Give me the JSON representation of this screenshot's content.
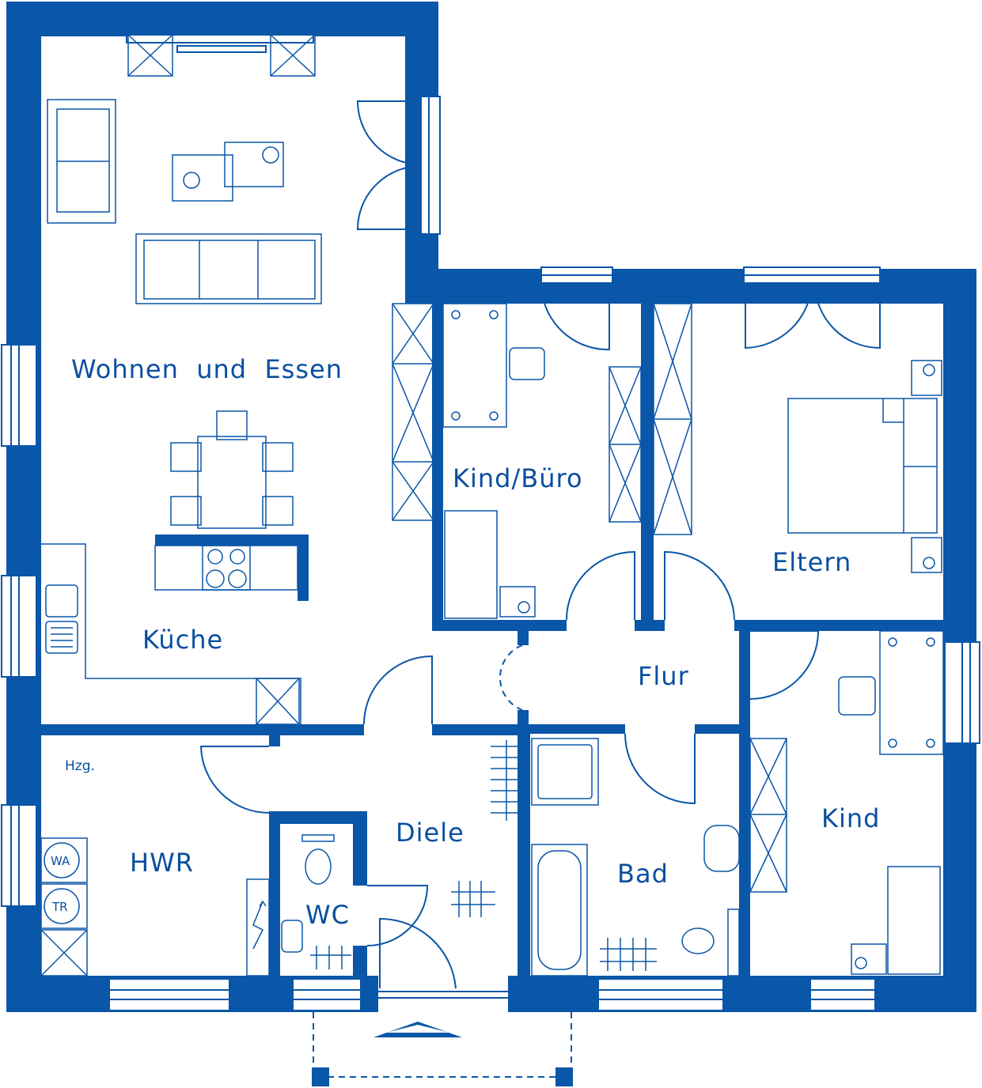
{
  "colors": {
    "wall": "#0a56a8",
    "text": "#0a4fa0",
    "background": "#ffffff"
  },
  "rooms": {
    "wohnen": "Wohnen  und  Essen",
    "kueche": "Küche",
    "kind_buero": "Kind/Büro",
    "eltern": "Eltern",
    "flur": "Flur",
    "kind": "Kind",
    "hwr": "HWR",
    "diele": "Diele",
    "wc": "WC",
    "bad": "Bad"
  },
  "labels": {
    "heating": "Hzg.",
    "washer": "WA",
    "dryer": "TR"
  },
  "icons": [
    "entrance-arrow-icon",
    "flower-icon",
    "stove-icon",
    "sink-icon",
    "toilet-icon",
    "bathtub-icon",
    "shower-icon",
    "bed-icon"
  ]
}
